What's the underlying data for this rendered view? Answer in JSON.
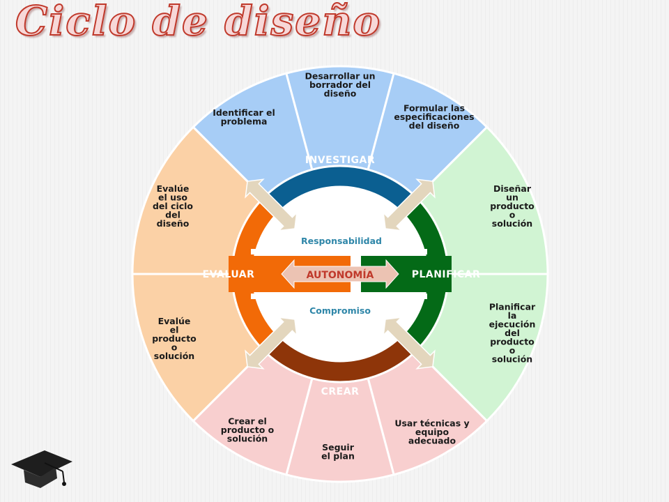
{
  "title": "Ciclo de diseño",
  "phases": {
    "investigar": "INVESTIGAR",
    "planificar": "PLANIFICAR",
    "crear": "CREAR",
    "evaluar": "EVALUAR"
  },
  "center": {
    "top": "Responsabilidad",
    "middle": "AUTONOMÍA",
    "bottom": "Compromiso"
  },
  "outer_segments": [
    {
      "phase": "investigar",
      "lines": [
        "Identificar el",
        "problema"
      ]
    },
    {
      "phase": "investigar",
      "lines": [
        "Desarrollar un",
        "borrador del",
        "diseño"
      ]
    },
    {
      "phase": "investigar",
      "lines": [
        "Formular las",
        "especificaciones",
        "del diseño"
      ]
    },
    {
      "phase": "planificar",
      "lines": [
        "Diseñar",
        "un",
        "producto",
        "o",
        "solución"
      ]
    },
    {
      "phase": "planificar",
      "lines": [
        "Planificar",
        "la",
        "ejecución",
        "del",
        "producto",
        "o",
        "solución"
      ]
    },
    {
      "phase": "crear",
      "lines": [
        "Usar técnicas y",
        "equipo",
        "adecuado"
      ]
    },
    {
      "phase": "crear",
      "lines": [
        "Seguir",
        "el plan"
      ]
    },
    {
      "phase": "crear",
      "lines": [
        "Crear el",
        "producto o",
        "solución"
      ]
    },
    {
      "phase": "evaluar",
      "lines": [
        "Evalúe",
        "el",
        "producto",
        "o",
        "solución"
      ]
    },
    {
      "phase": "evaluar",
      "lines": [
        "Evalúe",
        "el uso",
        "del ciclo",
        "del",
        "diseño"
      ]
    }
  ],
  "colors": {
    "investigar": "#0b5f91",
    "planificar": "#046a17",
    "crear": "#8e3509",
    "evaluar": "#f26a07",
    "investigar_light": "#a7cdf6",
    "planificar_light": "#d1f4d3",
    "crear_light": "#f8cfcf",
    "evaluar_light": "#fbd1a6",
    "arrow": "#e3d6bd",
    "center_arrow": "#ecc3b3"
  },
  "icons": {
    "graduation": "graduation-cap-icon"
  }
}
